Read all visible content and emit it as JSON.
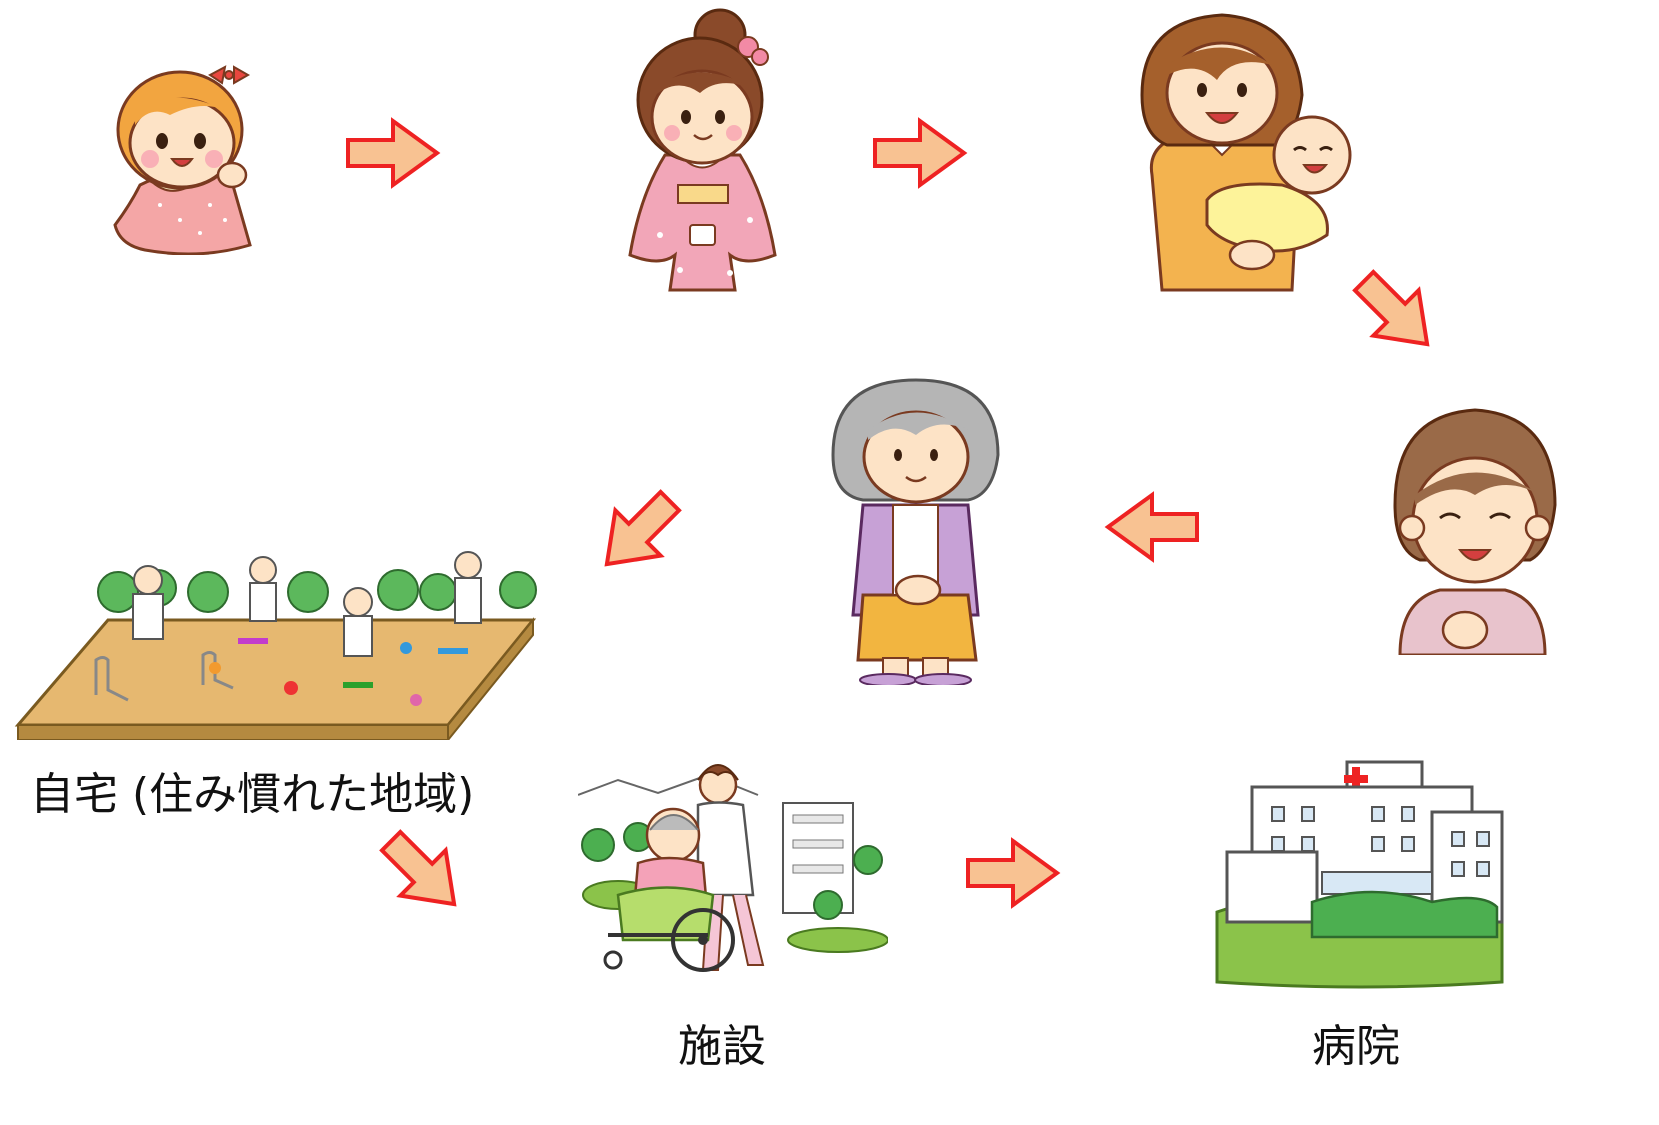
{
  "colors": {
    "arrow_fill": "#f8c292",
    "arrow_stroke": "#ee2222"
  },
  "stages": [
    {
      "id": "baby",
      "icon": "baby-girl-icon"
    },
    {
      "id": "kimono-girl",
      "icon": "kimono-girl-icon"
    },
    {
      "id": "mother",
      "icon": "mother-holding-baby-icon"
    },
    {
      "id": "middle-aged-woman",
      "icon": "smiling-woman-icon"
    },
    {
      "id": "elderly-woman",
      "icon": "elderly-woman-icon"
    }
  ],
  "destinations": {
    "home": {
      "label": "自宅 (住み慣れた地域)",
      "icon": "gateball-community-icon"
    },
    "facility": {
      "label": "施設",
      "icon": "caregiver-wheelchair-icon"
    },
    "hospital": {
      "label": "病院",
      "icon": "hospital-building-icon"
    }
  }
}
